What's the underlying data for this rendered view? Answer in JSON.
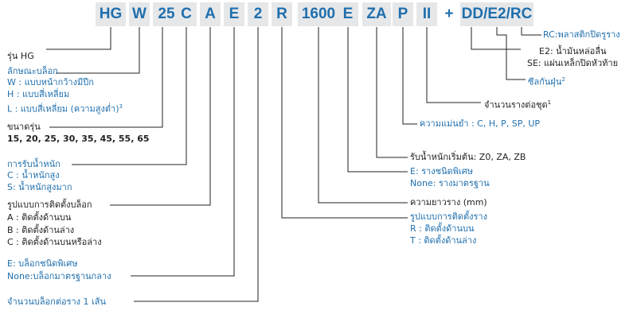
{
  "code": {
    "segments": [
      "HG",
      "W",
      "25",
      "C",
      "A",
      "E",
      "2",
      "R",
      "1600",
      "E",
      "ZA",
      "P",
      "II",
      "DD/E2/RC"
    ],
    "plus": "+"
  },
  "labels": {
    "series": "รุ่น HG",
    "block_type": {
      "title": "ลักษณะบล็อก",
      "w": "W : แบบหน้ากว้างมีปีก",
      "h": "H : แบบสี่เหลี่ยม",
      "l": "L : แบบสี่เหลี่ยม (ความสูงต่ำ)",
      "l_note": "3"
    },
    "size": {
      "title": "ขนาดรุ่น",
      "values": "15, 20, 25, 30, 35, 45, 55, 65"
    },
    "load": {
      "title": "การรับน้ำหนัก",
      "c": "C : น้ำหนักสูง",
      "s": "S: น้ำหนักสูงมาก"
    },
    "block_mount": {
      "title": "รูปแบบการติดตั้งบล็อก",
      "a": "A : ติดตั้งด้านบน",
      "b": "B : ติดตั้งด้านล่าง",
      "c": "C : ติดตั้งด้านบนหรือล่าง"
    },
    "block_special": {
      "e": "E: บล็อกชนิดพิเศษ",
      "none": "None:บล็อกมาตรฐานกลาง"
    },
    "blocks_per_rail": "จำนวนบล็อกต่อราง 1 เส้น",
    "rc": "RC:พลาสติกปิดรูราง",
    "e2": "E2: น้ำมันหล่อลื่น",
    "se": "SE: แผ่นเหล็กปิดหัวท้าย",
    "dust": "ซีลกันฝุ่น",
    "dust_note": "2",
    "rails_per_set": "จำนวนรางต่อชุด",
    "rails_note": "1",
    "accuracy": "ความแม่นยำ : C, H, P, SP, UP",
    "preload": "รับน้ำหนักเริ่มต้น: Z0, ZA, ZB",
    "rail_special": {
      "e": "E: รางชนิดพิเศษ",
      "none": "None: รางมาตรฐาน"
    },
    "rail_length": "ความยาวราง (mm)",
    "rail_mount": {
      "title": "รูปแบบการติดตั้งราง",
      "r": "R : ติดตั้งด้านบน",
      "t": "T : ติดตั้งด้านล่าง"
    }
  },
  "colors": {
    "accent": "#1f6fad",
    "dark": "#222222",
    "box": "#e6e7e9"
  }
}
